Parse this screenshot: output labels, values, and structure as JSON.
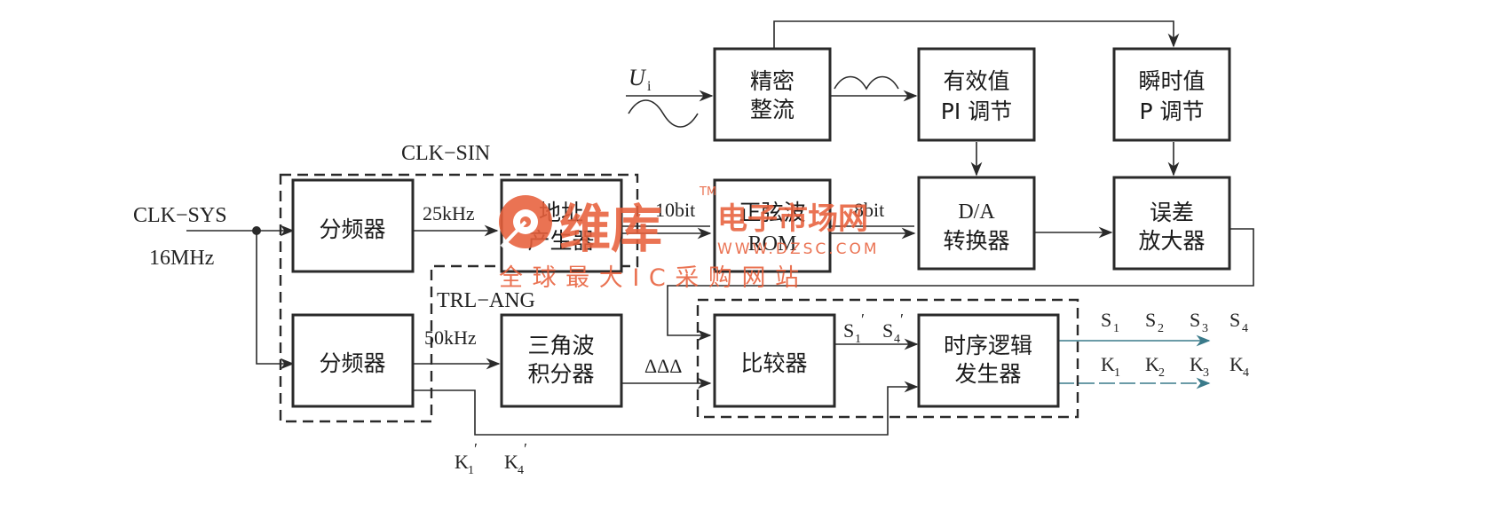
{
  "colors": {
    "ink": "#2a2a2a",
    "watermark": "#e8603c",
    "output_arrow": "#3a7a8a"
  },
  "inputs": {
    "clk_sys": "CLK−SYS",
    "clk_freq": "16MHz",
    "ui": "U",
    "ui_sub": "i"
  },
  "groups": {
    "clk_sin": "CLK−SIN",
    "trl_ang": "TRL−ANG"
  },
  "blocks": {
    "divider1": "分频器",
    "divider2": "分频器",
    "addr_gen": [
      "地址",
      "产生器"
    ],
    "sine_rom": [
      "正弦波",
      "ROM"
    ],
    "rectifier": [
      "精密",
      "整流"
    ],
    "rms_pi": [
      "有效值",
      "PI 调节"
    ],
    "inst_p": [
      "瞬时值",
      "P 调节"
    ],
    "dac": [
      "D/A",
      "转换器"
    ],
    "err_amp": [
      "误差",
      "放大器"
    ],
    "tri_int": [
      "三角波",
      "积分器"
    ],
    "comparator": "比较器",
    "timing_logic": [
      "时序逻辑",
      "发生器"
    ]
  },
  "signals": {
    "f25": "25kHz",
    "bit10": "10bit",
    "bit8": "8bit",
    "f50": "50kHz",
    "delta": "ΔΔΔ",
    "s1p": "S",
    "s4p": "S",
    "s_outputs": [
      "S",
      "S",
      "S",
      "S"
    ],
    "k_outputs": [
      "K",
      "K",
      "K",
      "K"
    ],
    "k1p": "K",
    "k4p": "K",
    "sub1": "1",
    "sub2": "2",
    "sub3": "3",
    "sub4": "4",
    "prime": "′"
  },
  "watermark": {
    "brand": "维库",
    "tm": "TM",
    "market": "电子市场网",
    "url": "WWW.DZSC.COM",
    "slogan": "全 球 最 大 I C 采 购 网 站"
  }
}
